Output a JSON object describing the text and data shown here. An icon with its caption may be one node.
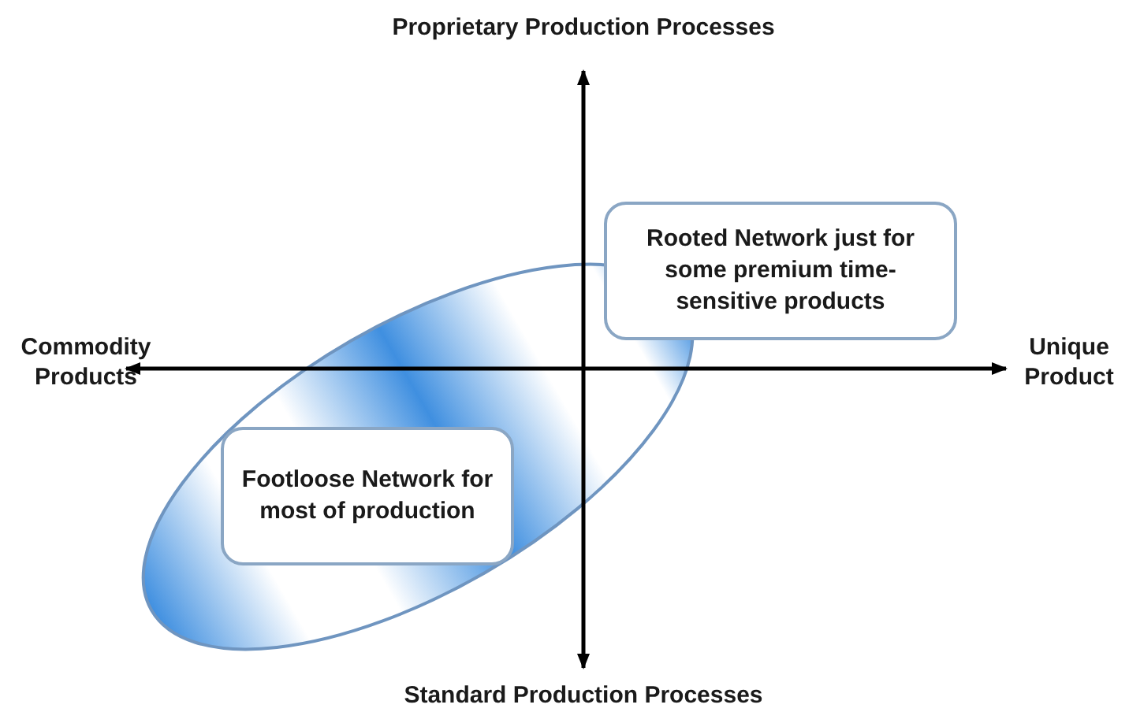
{
  "diagram": {
    "nodes": [
      {
        "text": [
          "Rooted Network just for some premium time-sensitive products"
        ]
      },
      {
        "text": [
          "Footloose Network for most of production"
        ]
      }
    ],
    "labels": [
      "Proprietary Production Processes",
      "Commodity Products",
      "Unique Product",
      "Standard Production Processes"
    ]
  }
}
